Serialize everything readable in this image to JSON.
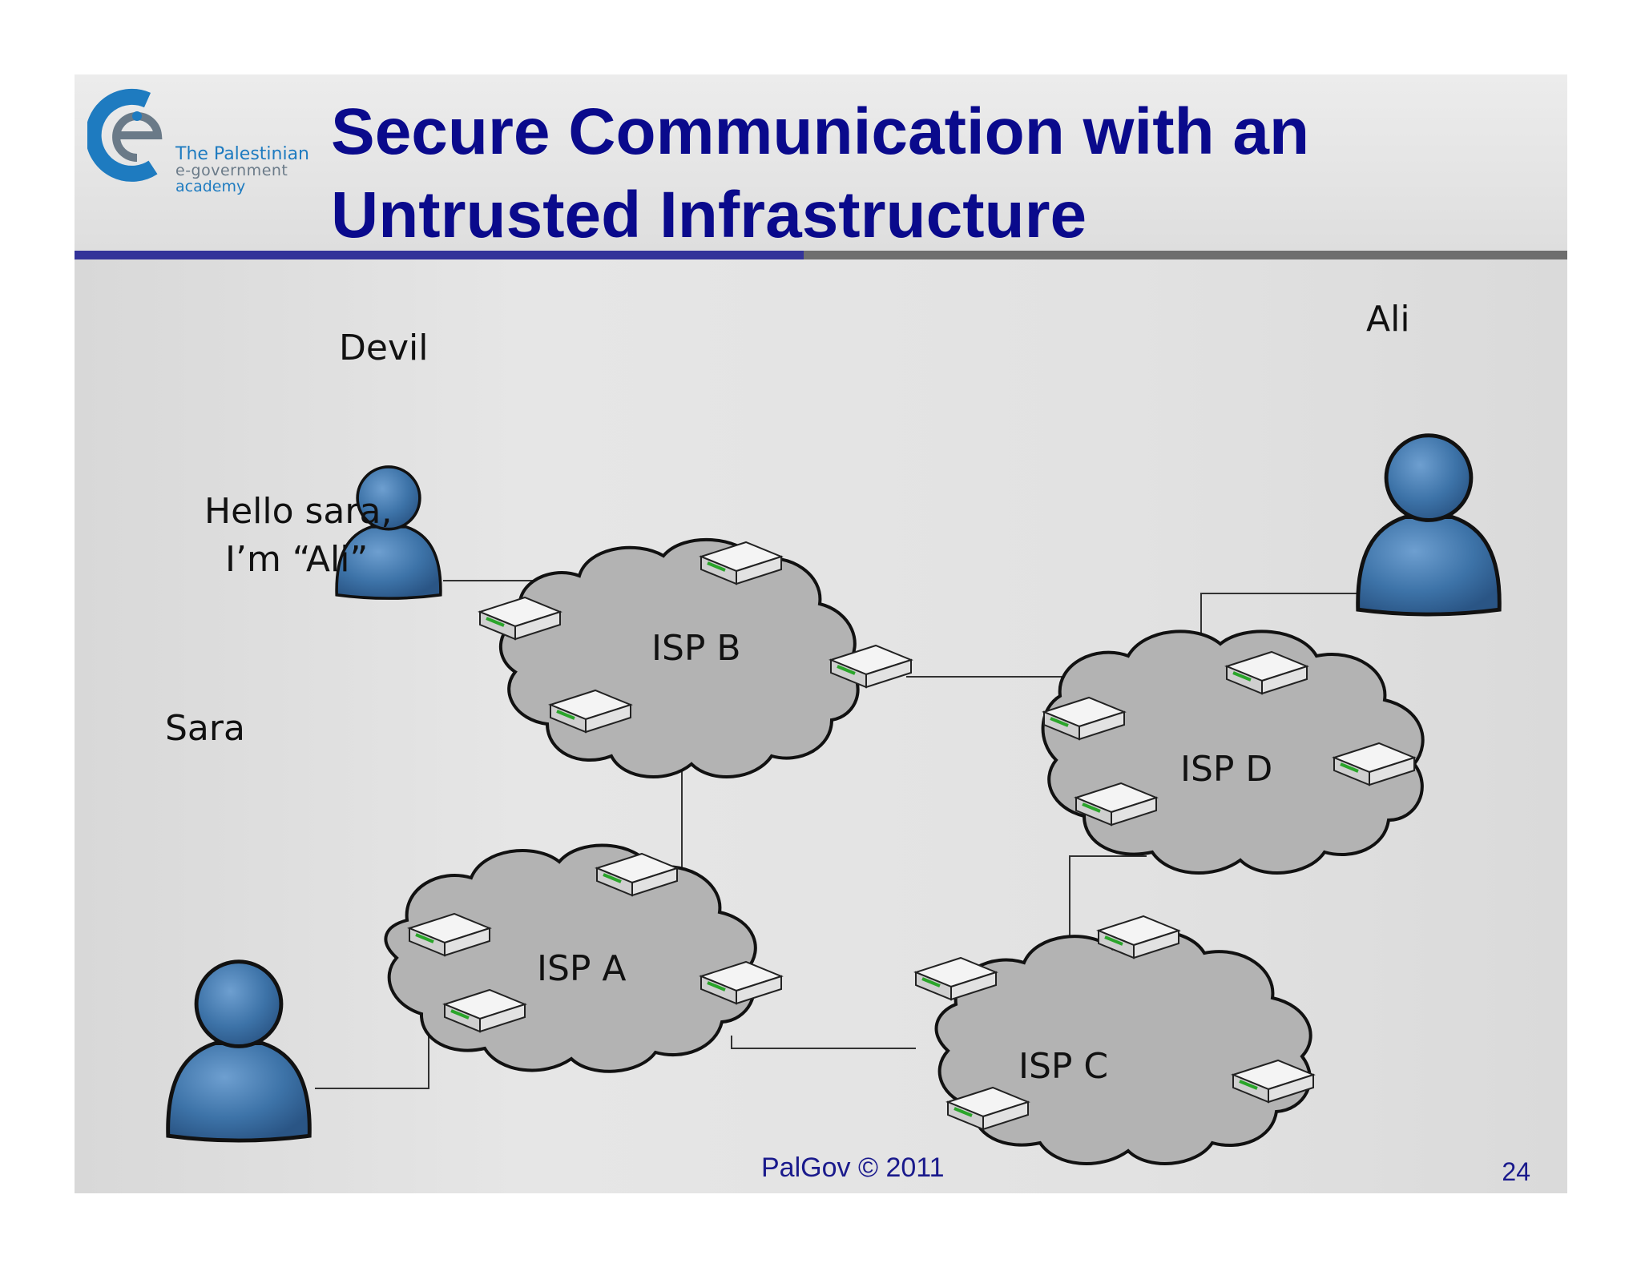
{
  "slide": {
    "title_line1": "Secure Communication with an",
    "title_line2": "Untrusted Infrastructure",
    "logo": {
      "line1": "The Palestinian",
      "line2": "e-government",
      "line3": "academy"
    },
    "footer": "PalGov © 2011",
    "page_number": "24"
  },
  "diagram": {
    "people": {
      "devil": "Devil",
      "ali": "Ali",
      "sara": "Sara"
    },
    "message_line1": "Hello sara,",
    "message_line2": "I’m “Ali”",
    "clouds": {
      "b": "ISP B",
      "d": "ISP D",
      "a": "ISP A",
      "c": "ISP C"
    }
  },
  "colors": {
    "title": "#0a0a8c",
    "person": "#3d73a8",
    "cloud": "#b3b3b3",
    "bar_blue": "#333399",
    "bar_grey": "#6e6e6e"
  }
}
